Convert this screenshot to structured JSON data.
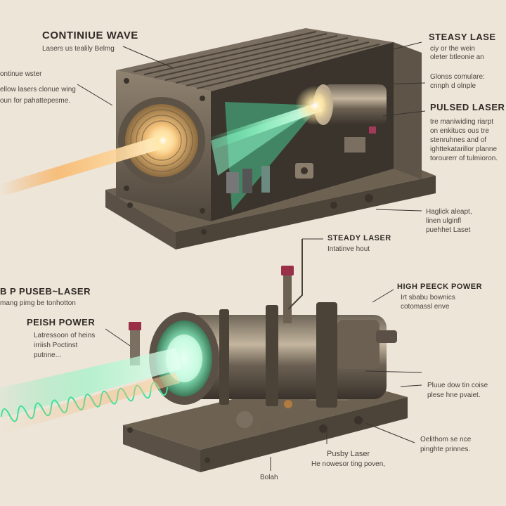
{
  "colors": {
    "background": "#ede5d8",
    "orange_beam": "#f7a34a",
    "green_beam": "#5ff0b0",
    "metal_dark": "#5a5046",
    "metal_mid": "#8a7d6c"
  },
  "labels": {
    "continue_wave_title": "CONTINIUE WAVE",
    "continue_wave_sub": "Lasers us tealily Belmg",
    "wave_note_1": "ontinue wster",
    "wave_note_2": "ellow lasers clonue wing",
    "wave_note_3": "oun for pahattepesme.",
    "steady_laser_title": "STEASY LASE",
    "steady_laser_sub_1": "ciy or the wein",
    "steady_laser_sub_2": "oleter btleonie an",
    "glons_1": "Glonss comulare:",
    "glons_2": "cnnph d olnple",
    "pulsed_laser_title": "PULSED LASER",
    "pulsed_laser_body_1": "tre maniwiding riarpt",
    "pulsed_laser_body_2": "on enkitucs ous tre",
    "pulsed_laser_body_3": "stenruhnes and of",
    "pulsed_laser_body_4": "ighttekatarillor planne",
    "pulsed_laser_body_5": "torourerr of tulmioron.",
    "haglick_1": "Haglick aleapt,",
    "haglick_2": "linen ulginfl",
    "haglick_3": "puehhet Laset",
    "steady_laser2_title": "STEADY Laser",
    "steady_laser2_sub": "Intatinve hout",
    "pusedlaser_title": "B P PUSEB~LASER",
    "pusedlaser_sub": "mang pimg be tonhotton",
    "high_peak_title": "HIGH PEECK POWER",
    "high_peak_sub_1": "Irt sbabu bownics",
    "high_peak_sub_2": "cotomassl enve",
    "peish_power_title": "PEISH POWER",
    "peish_power_sub_1": "Latressoon of heins",
    "peish_power_sub_2": "irriish Poctinst",
    "peish_power_sub_3": "putnne...",
    "pluue_1": "Pluue dow tin coise",
    "pluue_2": "plese hne pvaiet.",
    "oelithom_1": "Oelithom se nce",
    "oelithom_2": "pinghte prinnes.",
    "pusby_title": "Pusby Laser",
    "pusby_sub": "He nowesor ting poven,",
    "bolah": "Bolah"
  }
}
